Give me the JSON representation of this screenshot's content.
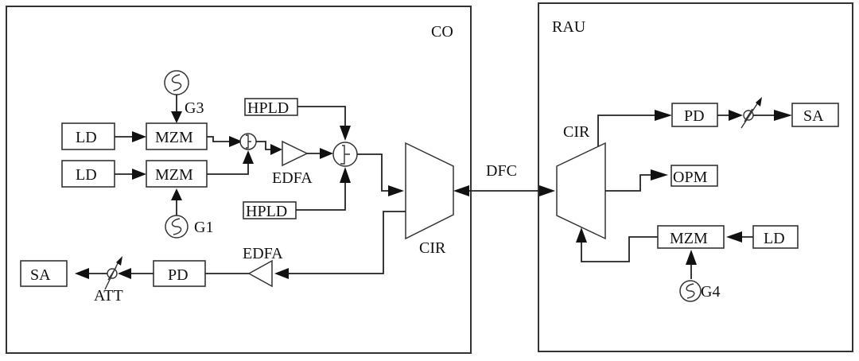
{
  "diagram": {
    "regions": {
      "co": "CO",
      "rau": "RAU"
    },
    "co": {
      "ld_top": "LD",
      "ld_bottom": "LD",
      "mzm_top": "MZM",
      "mzm_bottom": "MZM",
      "g3": "G3",
      "g1": "G1",
      "hpld_top": "HPLD",
      "hpld_bottom": "HPLD",
      "edfa_tx": "EDFA",
      "cir": "CIR",
      "edfa_rx": "EDFA",
      "pd": "PD",
      "att": "ATT",
      "sa": "SA"
    },
    "link": {
      "dfc": "DFC"
    },
    "rau": {
      "cir": "CIR",
      "pd": "PD",
      "sa": "SA",
      "opm": "OPM",
      "mzm": "MZM",
      "ld": "LD",
      "g4": "G4"
    }
  }
}
